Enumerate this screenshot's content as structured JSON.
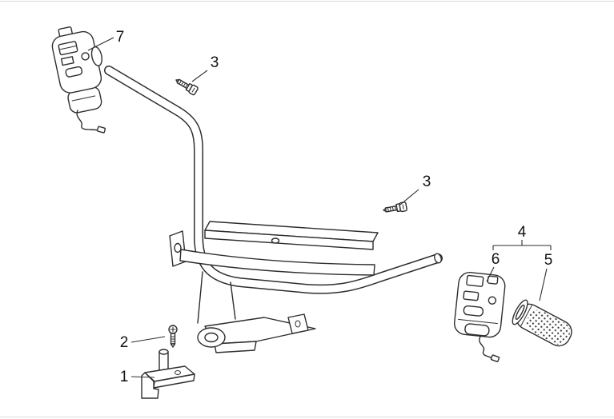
{
  "figure": {
    "type": "exploded-parts-diagram",
    "subject": "Handlebar assembly parts diagram",
    "background_color": "#ffffff",
    "line_color": "#2e2e2e"
  },
  "callouts": [
    {
      "label": "7",
      "part": "left-switch-assembly"
    },
    {
      "label": "3",
      "part": "screw-upper"
    },
    {
      "label": "3",
      "part": "screw-right"
    },
    {
      "label": "4",
      "part": "right-grip-group"
    },
    {
      "label": "6",
      "part": "right-switch-assembly"
    },
    {
      "label": "5",
      "part": "throttle-grip"
    },
    {
      "label": "2",
      "part": "bracket-screw"
    },
    {
      "label": "1",
      "part": "mounting-bracket"
    }
  ]
}
